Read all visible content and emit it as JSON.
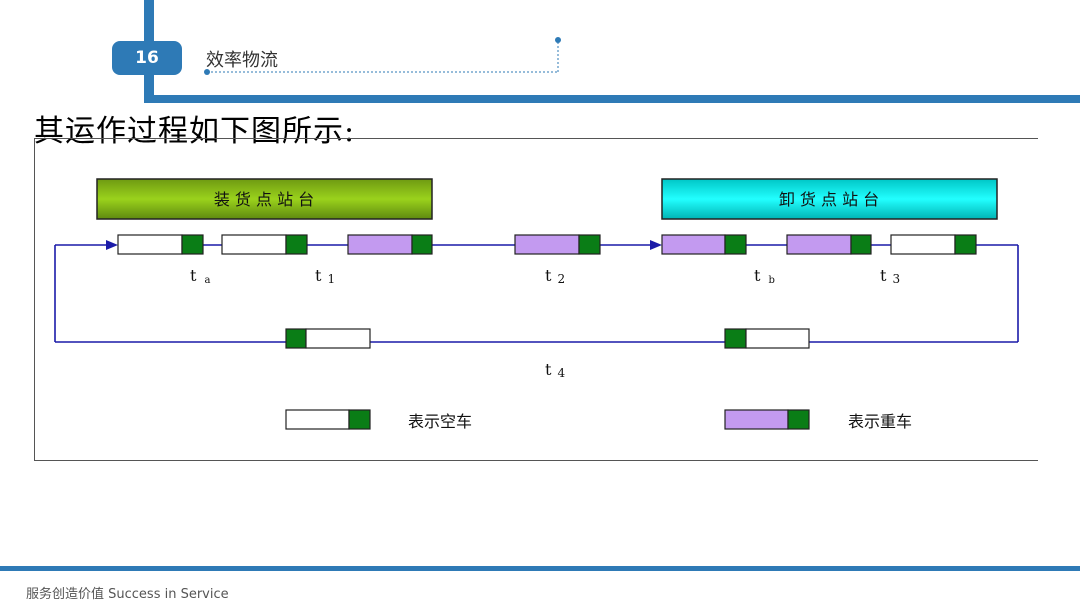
{
  "slide": {
    "page_number": "16",
    "section_title": "效率物流",
    "heading": "其运作过程如下图所示:",
    "footer": "服务创造价值  Success in Service"
  },
  "diagram": {
    "loading_station": "装 货 点 站 台",
    "unloading_station": "卸 货 点 站 台",
    "time_labels": {
      "ta": {
        "main": "t",
        "sub": "a"
      },
      "t1": {
        "main": "t",
        "sub": "1"
      },
      "t2": {
        "main": "t",
        "sub": "2"
      },
      "tb": {
        "main": "t",
        "sub": "b"
      },
      "t3": {
        "main": "t",
        "sub": "3"
      },
      "t4": {
        "main": "t",
        "sub": "4"
      }
    },
    "legend": {
      "empty": "表示空车",
      "loaded": "表示重车"
    },
    "colors": {
      "brand_blue": "#2e7ab6",
      "loading_fill": "#8ec31a",
      "unloading_fill": "#00e8e8",
      "loaded_body": "#c39af0",
      "cab": "#0a7d16",
      "track": "#1a1aa8"
    }
  }
}
